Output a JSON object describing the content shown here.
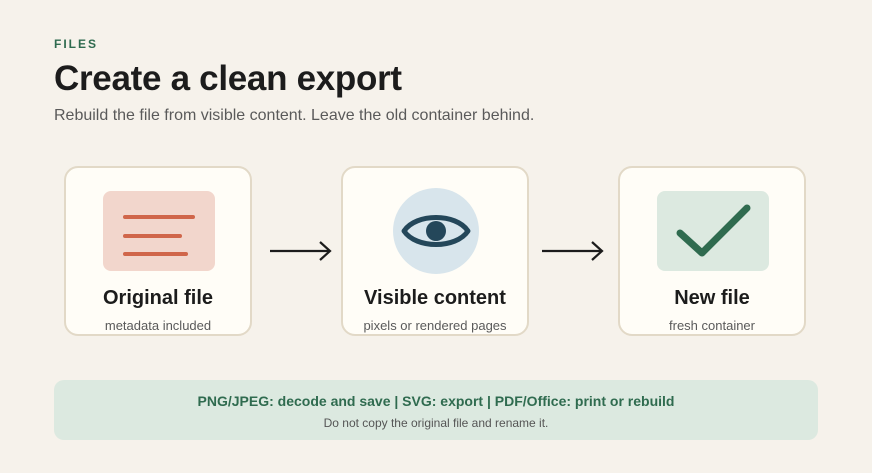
{
  "header": {
    "eyebrow": "FILES",
    "title": "Create a clean export",
    "subtitle": "Rebuild the file from visible content. Leave the old container behind."
  },
  "steps": [
    {
      "title": "Original file",
      "subtitle": "metadata included",
      "icon": "document-lines-icon"
    },
    {
      "title": "Visible content",
      "subtitle": "pixels or rendered pages",
      "icon": "eye-icon"
    },
    {
      "title": "New file",
      "subtitle": "fresh container",
      "icon": "checkmark-icon"
    }
  ],
  "footer": {
    "methods": "PNG/JPEG: decode and save | SVG: export | PDF/Office: print or rebuild",
    "note": "Do not copy the original file and rename it."
  },
  "colors": {
    "accent_green": "#2f6b4f",
    "original_tile": "#f2d6cc",
    "original_lines": "#d0664a",
    "eye_circle": "#d8e5ec",
    "eye_stroke": "#24475a",
    "check_tile": "#dce9e0"
  }
}
